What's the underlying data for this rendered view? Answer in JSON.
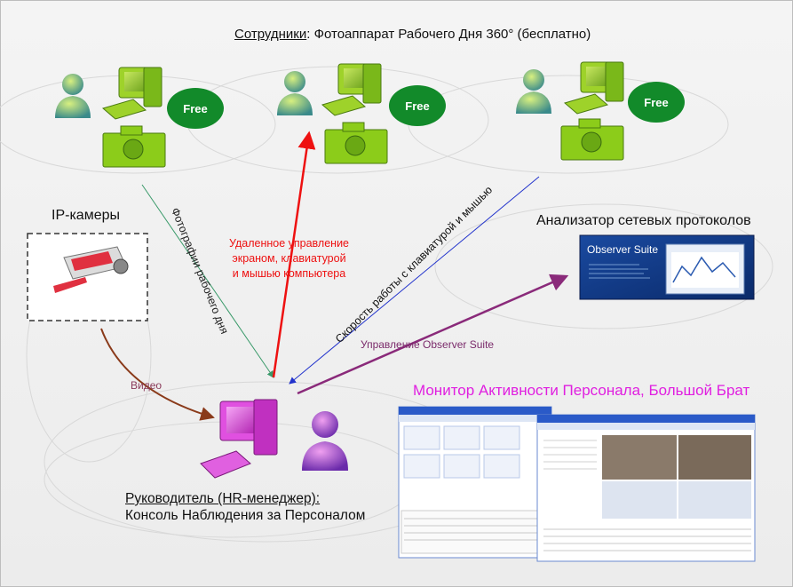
{
  "header": {
    "title_underlined": "Сотрудники",
    "title_rest": ": Фотоаппарат Рабочего Дня 360° (бесплатно)"
  },
  "employees": {
    "free_label": "Free"
  },
  "ip_cameras": {
    "label": "IP-камеры"
  },
  "analyzer": {
    "label": "Анализатор сетевых протоколов",
    "product_name": "Observer",
    "product_suffix": " Suite"
  },
  "monitor": {
    "label": "Монитор Активности Персонала, Большой Брат"
  },
  "manager": {
    "line1": "Руководитель (HR-менеджер):",
    "line2": "Консоль Наблюдения за Персоналом"
  },
  "arrows": {
    "photos": "Фотографии рабочего дня",
    "remote_line1": "Удаленное управление",
    "remote_line2": "экраном, клавиатурой",
    "remote_line3": "и мышью компьютера",
    "speed": "Скорость работы с клавиатурой и мышью",
    "video": "Видео",
    "observer_mgmt": "Управление Observer Suite"
  },
  "colors": {
    "photo_arrow": "#3a9a6a",
    "remote_arrow": "#ee1111",
    "speed_arrow": "#2233cc",
    "video_arrow": "#8a3a1a",
    "observer_arrow": "#8a2a7a",
    "employee_green": "#8ccc1a",
    "manager_magenta": "#dd33dd",
    "free_badge": "#128a2a"
  }
}
